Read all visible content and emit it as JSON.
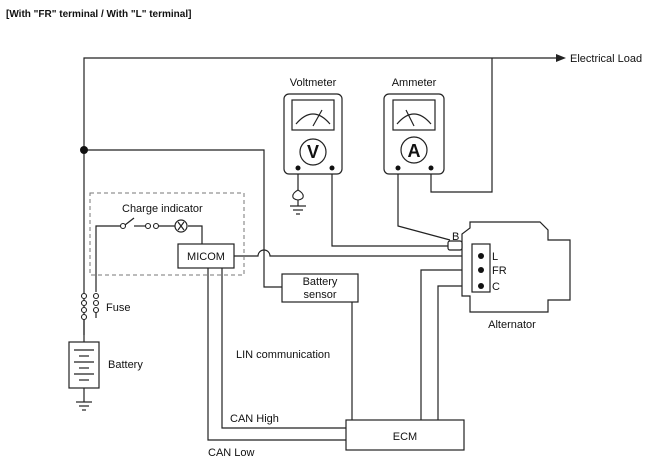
{
  "header": "[With \"FR\" terminal / With \"L\" terminal]",
  "labels": {
    "electrical_load": "Electrical Load",
    "voltmeter": "Voltmeter",
    "ammeter": "Ammeter",
    "voltmeter_symbol": "V",
    "ammeter_symbol": "A",
    "charge_indicator": "Charge indicator",
    "micom": "MICOM",
    "battery_sensor_line1": "Battery",
    "battery_sensor_line2": "sensor",
    "fuse": "Fuse",
    "battery": "Battery",
    "lin_communication": "LIN communication",
    "can_high": "CAN High",
    "can_low": "CAN Low",
    "ecm": "ECM",
    "alternator": "Alternator",
    "terminal_b": "B",
    "terminal_l": "L",
    "terminal_fr": "FR",
    "terminal_c": "C"
  }
}
